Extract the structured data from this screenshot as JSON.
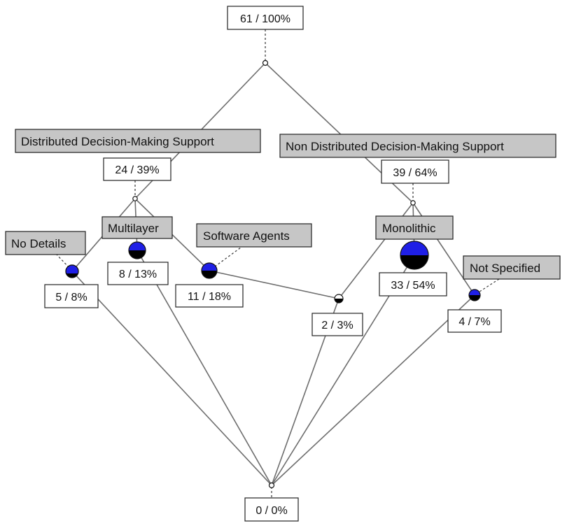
{
  "colors": {
    "attribute_box_fill": "#c6c6c6",
    "node_top_fill": "#1f1fe6",
    "node_bottom_fill": "#000000",
    "empty_node_fill": "#ffffff",
    "edge_color": "#6e6e6e"
  },
  "concepts": {
    "top": {
      "count_label": "61 / 100%",
      "objects": 61,
      "percent": 100
    },
    "distributed": {
      "count_label": "24 / 39%",
      "objects": 24,
      "percent": 39
    },
    "non_distributed": {
      "count_label": "39 / 64%",
      "objects": 39,
      "percent": 64
    },
    "no_details": {
      "count_label": "5 / 8%",
      "objects": 5,
      "percent": 8
    },
    "multilayer": {
      "count_label": "8 / 13%",
      "objects": 8,
      "percent": 13
    },
    "software_agents": {
      "count_label": "11 / 18%",
      "objects": 11,
      "percent": 18
    },
    "meet": {
      "count_label": "2 / 3%",
      "objects": 2,
      "percent": 3
    },
    "monolithic": {
      "count_label": "33 / 54%",
      "objects": 33,
      "percent": 54
    },
    "not_specified": {
      "count_label": "4 / 7%",
      "objects": 4,
      "percent": 7
    },
    "bottom": {
      "count_label": "0 / 0%",
      "objects": 0,
      "percent": 0
    }
  },
  "attributes": {
    "distributed": "Distributed Decision-Making Support",
    "non_distributed": "Non Distributed Decision-Making Support",
    "multilayer": "Multilayer",
    "no_details": "No Details",
    "software_agents": "Software Agents",
    "monolithic": "Monolithic",
    "not_specified": "Not Specified"
  }
}
